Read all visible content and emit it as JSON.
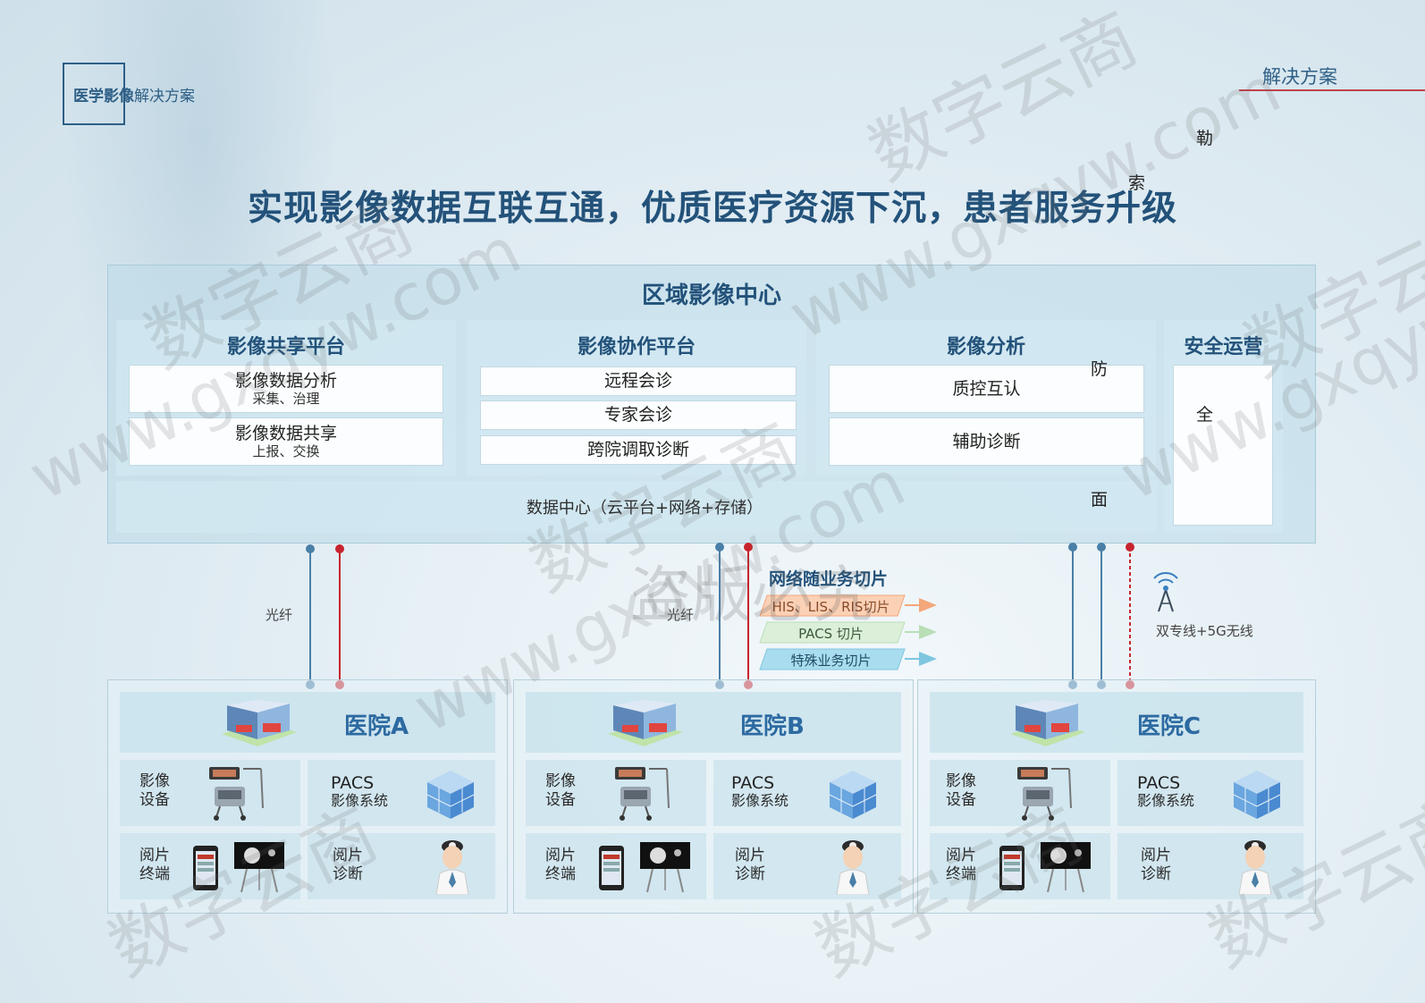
{
  "header": {
    "logo_bold": "医学影像",
    "logo_rest": "解决方案",
    "section_label": "解决方案"
  },
  "stray_chars": {
    "le": "勒",
    "suo": "索",
    "fang": "防",
    "quan": "全",
    "mian": "面"
  },
  "headline": "实现影像数据互联互通，优质医疗资源下沉，患者服务升级",
  "regional_center": {
    "title": "区域影像中心",
    "platforms": [
      {
        "title": "影像共享平台",
        "items": [
          {
            "main": "影像数据分析",
            "sub": "采集、治理"
          },
          {
            "main": "影像数据共享",
            "sub": "上报、交换"
          }
        ]
      },
      {
        "title": "影像协作平台",
        "items": [
          {
            "main": "远程会诊"
          },
          {
            "main": "专家会诊"
          },
          {
            "main": "跨院调取诊断"
          }
        ]
      },
      {
        "title": "影像分析",
        "items": [
          {
            "main": "质控互认"
          },
          {
            "main": "辅助诊断"
          }
        ]
      },
      {
        "title": "安全运营"
      }
    ],
    "data_center": "数据中心（云平台+网络+存储）"
  },
  "links": {
    "fiber_label": "光纤",
    "wireless_label": "双专线+5G无线",
    "slicing_title": "网络随业务切片",
    "slices": [
      "HIS、LIS、RIS切片",
      "PACS 切片",
      "特殊业务切片"
    ]
  },
  "hospitals": [
    {
      "name": "医院A",
      "device": "影像\n设备",
      "pacs_title": "PACS",
      "pacs_sub": "影像系统",
      "terminal": "阅片\n终端",
      "diagnosis": "阅片\n诊断"
    },
    {
      "name": "医院B",
      "device": "影像\n设备",
      "pacs_title": "PACS",
      "pacs_sub": "影像系统",
      "terminal": "阅片\n终端",
      "diagnosis": "阅片\n诊断"
    },
    {
      "name": "医院C",
      "device": "影像\n设备",
      "pacs_title": "PACS",
      "pacs_sub": "影像系统",
      "terminal": "阅片\n终端",
      "diagnosis": "阅片\n诊断"
    }
  ],
  "watermarks": {
    "cjk": "数字云商",
    "url": "www.gxqyw.com",
    "piracy": "盗版必究"
  },
  "colors": {
    "title_blue": "#23527a",
    "hospital_blue": "#2d6aa1",
    "line_blue": "#4a7fa8",
    "line_red": "#c8242e",
    "slice_orange": "#f4a77a",
    "slice_green": "#b9dfb6",
    "slice_cyan": "#7fc6e0"
  }
}
